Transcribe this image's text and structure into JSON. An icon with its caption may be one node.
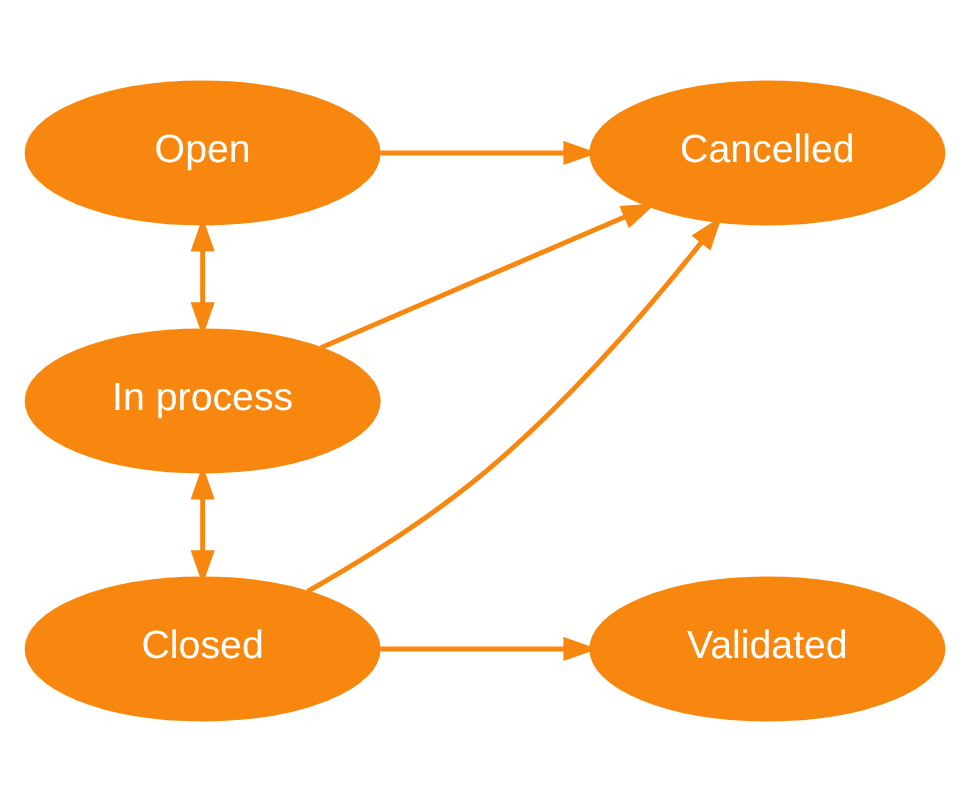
{
  "diagram": {
    "nodes": [
      {
        "text": [
          "Open"
        ]
      },
      {
        "text": [
          "Cancelled"
        ]
      },
      {
        "text": [
          "In process"
        ]
      },
      {
        "text": [
          "Closed"
        ]
      },
      {
        "text": [
          "Validated"
        ]
      }
    ],
    "edges": [
      {
        "from": 0,
        "to": 1,
        "arrow": "to"
      },
      {
        "from": 0,
        "to": 2,
        "arrow": "both"
      },
      {
        "from": 2,
        "to": 1,
        "arrow": "to"
      },
      {
        "from": 2,
        "to": 3,
        "arrow": "both"
      },
      {
        "from": 3,
        "to": 1,
        "arrow": "to"
      },
      {
        "from": 3,
        "to": 4,
        "arrow": "to"
      }
    ]
  }
}
